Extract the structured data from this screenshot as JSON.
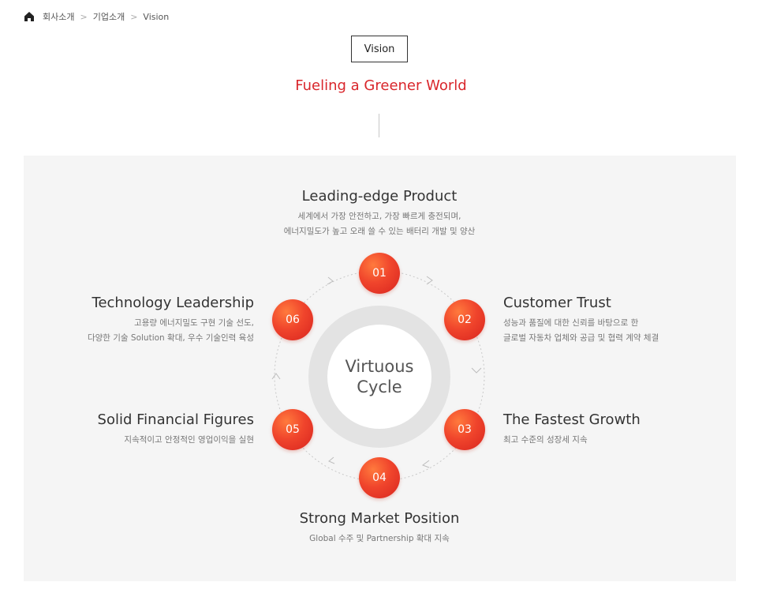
{
  "breadcrumb": {
    "items": [
      "회사소개",
      "기업소개",
      "Vision"
    ],
    "separator": ">"
  },
  "header": {
    "vision_label": "Vision",
    "tagline": "Fueling a Greener World"
  },
  "cycle": {
    "center_line1": "Virtuous",
    "center_line2": "Cycle",
    "items": [
      {
        "num": "01",
        "title": "Leading-edge Product",
        "desc": [
          "세계에서 가장 안전하고, 가장 빠르게 충전되며,",
          "에너지밀도가 높고 오래 쓸 수 있는 배터리 개발 및 양산"
        ]
      },
      {
        "num": "02",
        "title": "Customer Trust",
        "desc": [
          "성능과 품질에 대한 신뢰를 바탕으로 한",
          "글로벌 자동차 업체와 공급 및 협력 계약 체결"
        ]
      },
      {
        "num": "03",
        "title": "The Fastest Growth",
        "desc": [
          "최고 수준의 성장세 지속"
        ]
      },
      {
        "num": "04",
        "title": "Strong Market Position",
        "desc": [
          "Global 수주 및 Partnership 확대 지속"
        ]
      },
      {
        "num": "05",
        "title": "Solid Financial Figures",
        "desc": [
          "지속적이고 안정적인 영업이익을 실현"
        ]
      },
      {
        "num": "06",
        "title": "Technology Leadership",
        "desc": [
          "고용량 에너지밀도 구현 기술 선도,",
          "다양한 기술 Solution 확대, 우수 기술인력 육성"
        ]
      }
    ]
  },
  "colors": {
    "accent": "#d9262b",
    "badge": "#e8382a",
    "panel_bg": "#f5f5f5"
  }
}
